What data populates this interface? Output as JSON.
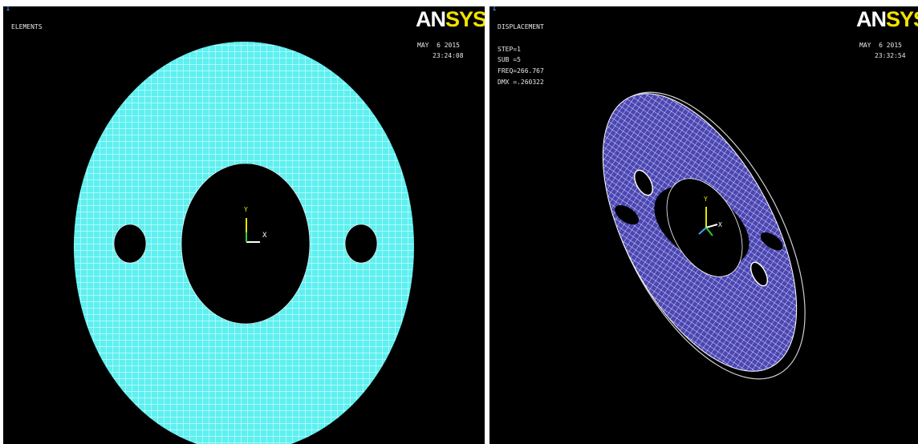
{
  "brand": {
    "logo_left": "AN",
    "logo_right": "SYS",
    "logo_color": "#f2e100"
  },
  "left_view": {
    "window_number": "1",
    "label": "ELEMENTS",
    "date": "MAY  6 2015",
    "time": "23:24:08",
    "axis": {
      "y": "Y",
      "x": "X"
    },
    "mesh_color": "#5ef0f0"
  },
  "right_view": {
    "window_number": "1",
    "label": "DISPLACEMENT",
    "step": "STEP=1",
    "sub": "SUB =5",
    "freq": "FREQ=266.767",
    "dmx": "DMX =.260322",
    "date": "MAY  6 2015",
    "time": "23:32:54",
    "axis": {
      "y": "Y",
      "x": "X"
    },
    "mesh_color": "#4b46b4"
  }
}
